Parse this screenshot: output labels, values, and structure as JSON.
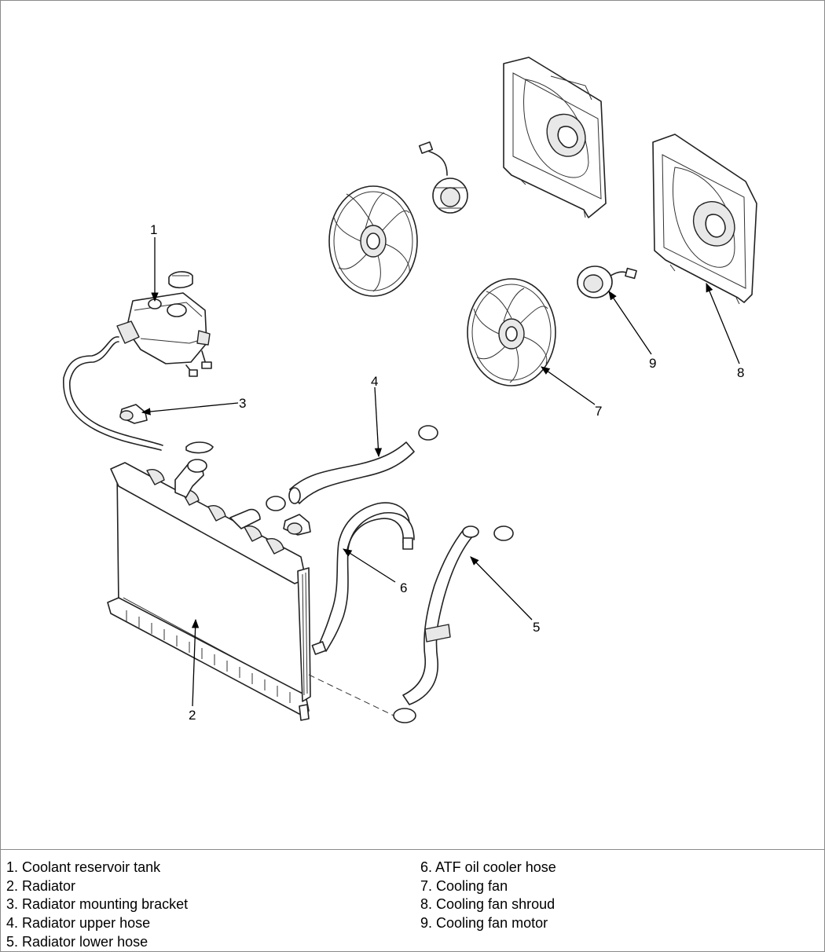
{
  "callouts": {
    "c1": "1",
    "c2": "2",
    "c3": "3",
    "c4": "4",
    "c5": "5",
    "c6": "6",
    "c7": "7",
    "c8": "8",
    "c9": "9"
  },
  "legend": {
    "left": [
      "1. Coolant reservoir tank",
      "2. Radiator",
      "3. Radiator mounting bracket",
      "4. Radiator upper hose",
      "5. Radiator lower hose"
    ],
    "right": [
      "6. ATF oil cooler hose",
      "7. Cooling fan",
      "8. Cooling fan shroud",
      "9. Cooling fan motor"
    ]
  }
}
